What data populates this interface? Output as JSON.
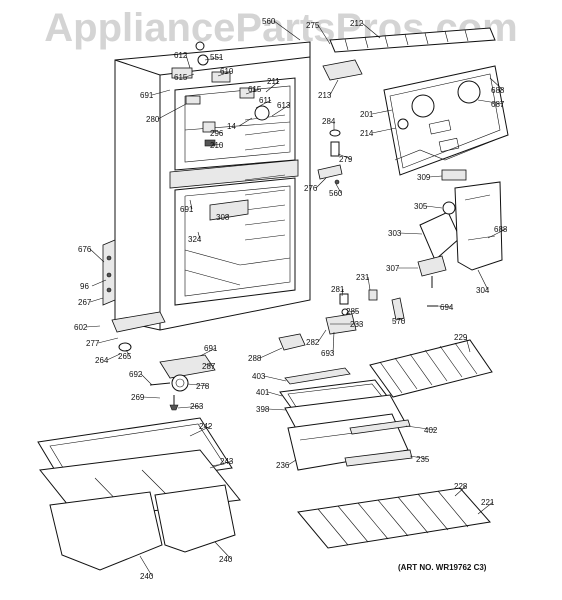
{
  "watermark": "AppliancePartsPros.com",
  "art_number": "(ART NO. WR19762 C3)",
  "callouts": [
    {
      "id": "560a",
      "text": "560"
    },
    {
      "id": "275",
      "text": "275"
    },
    {
      "id": "212",
      "text": "212"
    },
    {
      "id": "612",
      "text": "612"
    },
    {
      "id": "551",
      "text": "551"
    },
    {
      "id": "615a",
      "text": "615"
    },
    {
      "id": "610",
      "text": "610"
    },
    {
      "id": "691a",
      "text": "691"
    },
    {
      "id": "211",
      "text": "211"
    },
    {
      "id": "615b",
      "text": "615"
    },
    {
      "id": "611",
      "text": "611"
    },
    {
      "id": "613",
      "text": "613"
    },
    {
      "id": "14",
      "text": "14"
    },
    {
      "id": "213",
      "text": "213"
    },
    {
      "id": "688a",
      "text": "688"
    },
    {
      "id": "687",
      "text": "687"
    },
    {
      "id": "201",
      "text": "201"
    },
    {
      "id": "214",
      "text": "214"
    },
    {
      "id": "280",
      "text": "280"
    },
    {
      "id": "296",
      "text": "296"
    },
    {
      "id": "210",
      "text": "210"
    },
    {
      "id": "284",
      "text": "284"
    },
    {
      "id": "279",
      "text": "279"
    },
    {
      "id": "276",
      "text": "276"
    },
    {
      "id": "560b",
      "text": "560"
    },
    {
      "id": "309",
      "text": "309"
    },
    {
      "id": "691b",
      "text": "691"
    },
    {
      "id": "308",
      "text": "308"
    },
    {
      "id": "324",
      "text": "324"
    },
    {
      "id": "305",
      "text": "305"
    },
    {
      "id": "303",
      "text": "303"
    },
    {
      "id": "688b",
      "text": "688"
    },
    {
      "id": "676",
      "text": "676"
    },
    {
      "id": "96",
      "text": "96"
    },
    {
      "id": "267",
      "text": "267"
    },
    {
      "id": "307",
      "text": "307"
    },
    {
      "id": "304",
      "text": "304"
    },
    {
      "id": "231",
      "text": "231"
    },
    {
      "id": "281",
      "text": "281"
    },
    {
      "id": "694",
      "text": "694"
    },
    {
      "id": "285",
      "text": "285"
    },
    {
      "id": "233",
      "text": "233"
    },
    {
      "id": "570",
      "text": "570"
    },
    {
      "id": "602",
      "text": "602"
    },
    {
      "id": "277",
      "text": "277"
    },
    {
      "id": "264",
      "text": "264"
    },
    {
      "id": "265",
      "text": "265"
    },
    {
      "id": "282",
      "text": "282"
    },
    {
      "id": "693",
      "text": "693"
    },
    {
      "id": "229",
      "text": "229"
    },
    {
      "id": "691c",
      "text": "691"
    },
    {
      "id": "288",
      "text": "288"
    },
    {
      "id": "287",
      "text": "287"
    },
    {
      "id": "692",
      "text": "692"
    },
    {
      "id": "278",
      "text": "278"
    },
    {
      "id": "403",
      "text": "403"
    },
    {
      "id": "269",
      "text": "269"
    },
    {
      "id": "263",
      "text": "263"
    },
    {
      "id": "401",
      "text": "401"
    },
    {
      "id": "398",
      "text": "398"
    },
    {
      "id": "402",
      "text": "402"
    },
    {
      "id": "242",
      "text": "242"
    },
    {
      "id": "236",
      "text": "236"
    },
    {
      "id": "243",
      "text": "243"
    },
    {
      "id": "235",
      "text": "235"
    },
    {
      "id": "228",
      "text": "228"
    },
    {
      "id": "221",
      "text": "221"
    },
    {
      "id": "240a",
      "text": "240"
    },
    {
      "id": "240b",
      "text": "240"
    }
  ]
}
